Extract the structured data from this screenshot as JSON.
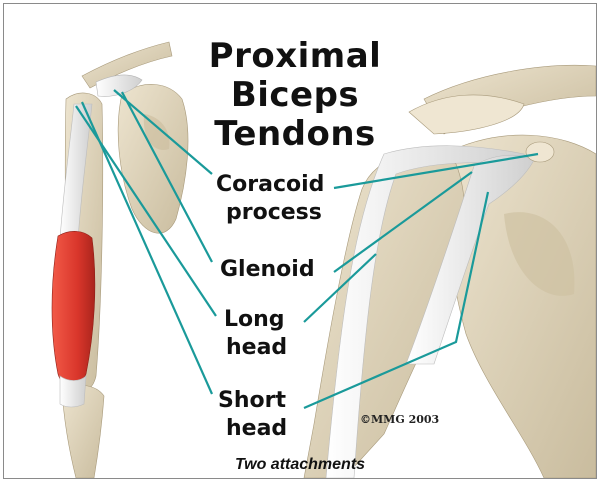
{
  "title": {
    "line1": "Proximal",
    "line2": "Biceps",
    "line3": "Tendons"
  },
  "labels": {
    "coracoid_1": "Coracoid",
    "coracoid_2": "process",
    "glenoid": "Glenoid",
    "long_1": "Long",
    "long_2": "head",
    "short_1": "Short",
    "short_2": "head"
  },
  "copyright": "©MMG 2003",
  "caption": "Two attachments",
  "colors": {
    "leader_line": "#1a9a9a",
    "muscle": "#d9362b",
    "bone": "#e6dcc6",
    "tendon": "#f2f2f2"
  }
}
